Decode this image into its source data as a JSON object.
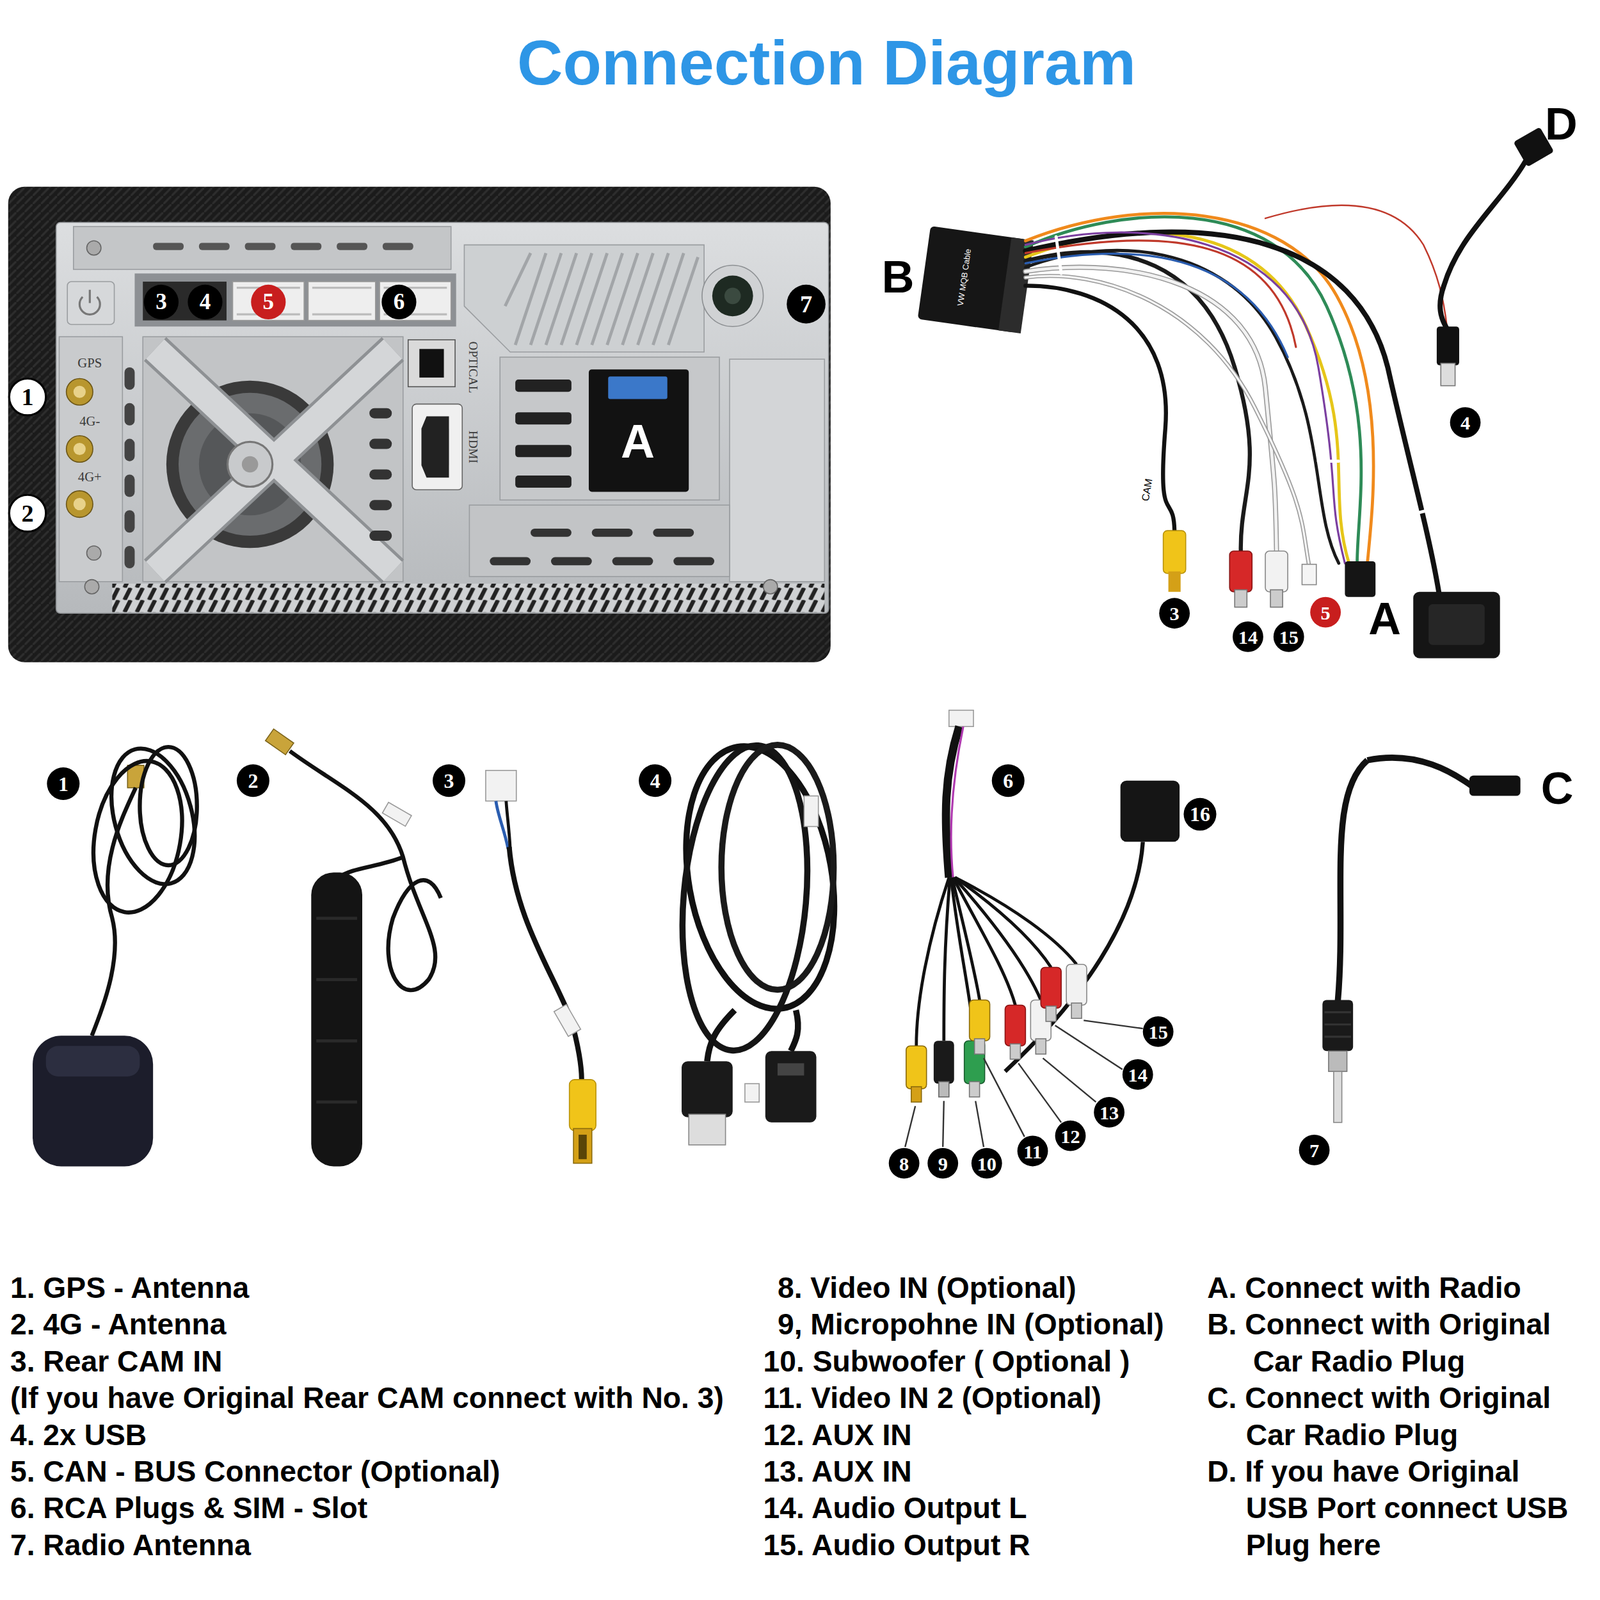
{
  "diagram": {
    "title": "Connection Diagram",
    "nodes": [
      {
        "text": [
          "3"
        ]
      },
      {
        "text": [
          "4"
        ]
      },
      {
        "text": [
          "5"
        ]
      },
      {
        "text": [
          "6"
        ]
      },
      {
        "text": [
          "7"
        ]
      },
      {
        "text": [
          "1"
        ]
      },
      {
        "text": [
          "2"
        ]
      },
      {
        "text": [
          "4"
        ]
      },
      {
        "text": [
          "3"
        ]
      },
      {
        "text": [
          "5"
        ]
      },
      {
        "text": [
          "14"
        ]
      },
      {
        "text": [
          "15"
        ]
      },
      {
        "text": [
          "1"
        ]
      },
      {
        "text": [
          "2"
        ]
      },
      {
        "text": [
          "3"
        ]
      },
      {
        "text": [
          "4"
        ]
      },
      {
        "text": [
          "6"
        ]
      },
      {
        "text": [
          "16"
        ]
      },
      {
        "text": [
          "15"
        ]
      },
      {
        "text": [
          "14"
        ]
      },
      {
        "text": [
          "13"
        ]
      },
      {
        "text": [
          "12"
        ]
      },
      {
        "text": [
          "11"
        ]
      },
      {
        "text": [
          "8"
        ]
      },
      {
        "text": [
          "9"
        ]
      },
      {
        "text": [
          "10"
        ]
      },
      {
        "text": [
          "7"
        ]
      }
    ],
    "labels": [
      "B",
      "D",
      "A",
      "A",
      "C",
      "GPS",
      "4G-",
      "4G+",
      "OPTICAL",
      "HDMI",
      "VW MQB Cable",
      "CAM",
      "1. GPS - Antenna",
      "2. 4G - Antenna",
      "3. Rear CAM IN",
      "(If you have Original Rear CAM connect with No. 3)",
      "4. 2x USB",
      "5. CAN - BUS Connector (Optional)",
      "6. RCA Plugs & SIM - Slot",
      "7. Radio Antenna",
      "8. Video IN (Optional)",
      "9, Micropohne IN (Optional)",
      "10. Subwoofer ( Optional )",
      "11. Video IN 2 (Optional)",
      "12. AUX IN",
      "13. AUX IN",
      "14. Audio Output L",
      "15. Audio Output R",
      "A. Connect with Radio",
      "B. Connect with Original Car Radio Plug",
      "C. Connect with Original Car Radio Plug",
      "D. If you have Original USB Port connect USB Plug here"
    ]
  }
}
